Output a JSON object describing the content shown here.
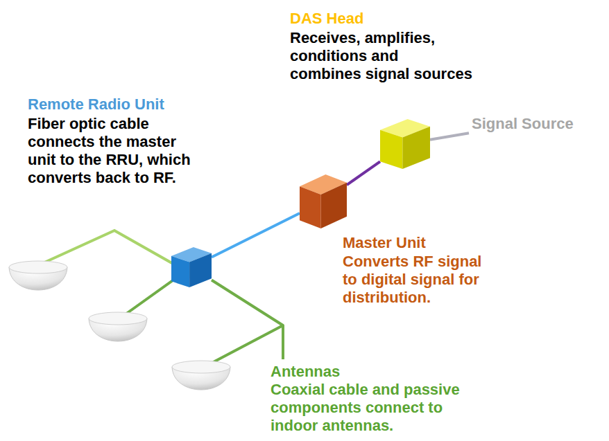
{
  "diagram": {
    "nodes": [
      {
        "text": [
          "Signal Source"
        ]
      },
      {
        "text": [
          "DAS Head",
          "Receives, amplifies, conditions and combines signal sources"
        ]
      },
      {
        "text": [
          "Master Unit",
          "Converts RF signal to digital signal for distribution."
        ]
      },
      {
        "text": [
          "Remote Radio Unit",
          "Fiber optic cable connects the master unit to the RRU, which converts back to RF."
        ]
      },
      {
        "text": [
          "Antennas",
          "Coaxial cable and passive components connect to indoor antennas."
        ]
      }
    ],
    "edges": [
      {
        "from": 0,
        "to": 1,
        "arrow": "none"
      },
      {
        "from": 1,
        "to": 2,
        "arrow": "none"
      },
      {
        "from": 2,
        "to": 3,
        "arrow": "none"
      },
      {
        "from": 3,
        "to": 4,
        "arrow": "none"
      }
    ]
  }
}
